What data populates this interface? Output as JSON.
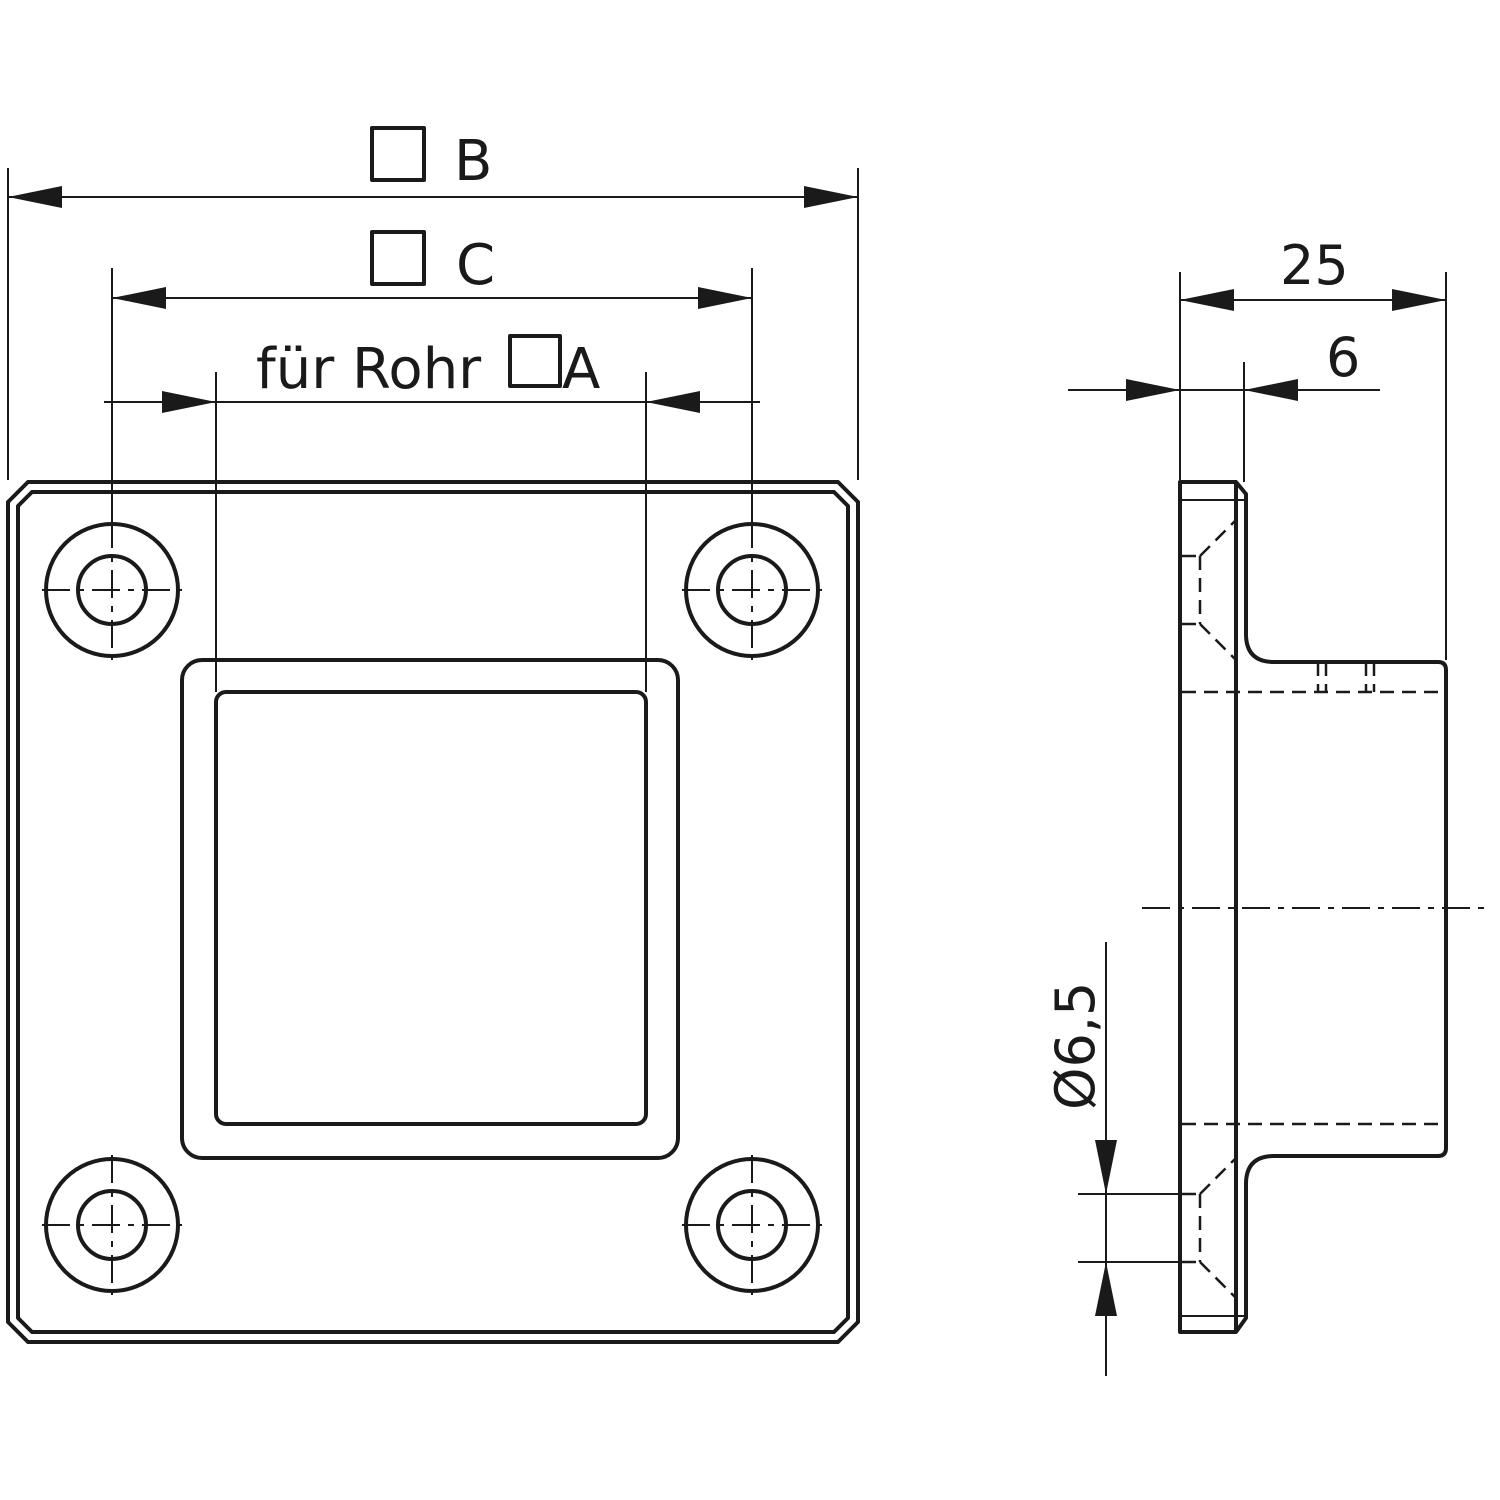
{
  "labels": {
    "dim_b": "B",
    "dim_c": "C",
    "dim_a_prefix": "für Rohr",
    "dim_a": "A",
    "dim_depth": "25",
    "dim_plate": "6",
    "dim_hole": "Ø6,5"
  }
}
